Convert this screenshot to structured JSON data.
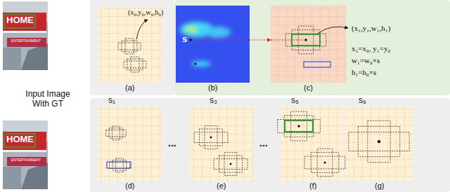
{
  "diagram": {
    "nodes": [
      {
        "text": [
          "(a)"
        ]
      },
      {
        "text": [
          "s",
          "(b)"
        ]
      },
      {
        "text": [
          "(c)"
        ]
      },
      {
        "text": [
          "s₁",
          "(d)"
        ]
      },
      {
        "text": [
          "s₃",
          "(e)"
        ]
      },
      {
        "text": [
          "s₅",
          "(f)"
        ]
      },
      {
        "text": [
          "s₆",
          "(g)"
        ]
      }
    ],
    "edges": [
      {
        "from": 1,
        "to": 2,
        "arrow": "to"
      }
    ],
    "labels": [
      "HOME",
      "ENTERTAINMENT",
      "Input Image With GT",
      "HOME",
      "ENTERTAINMENT",
      "(x₀,y₀,w₀,h₀)",
      "(x₁,y₁,w₁,h₁)",
      "x₁=x₀, y₁=y₀",
      "w₁=w₀×s",
      "h₁=h₀×s",
      "...",
      "..."
    ]
  }
}
